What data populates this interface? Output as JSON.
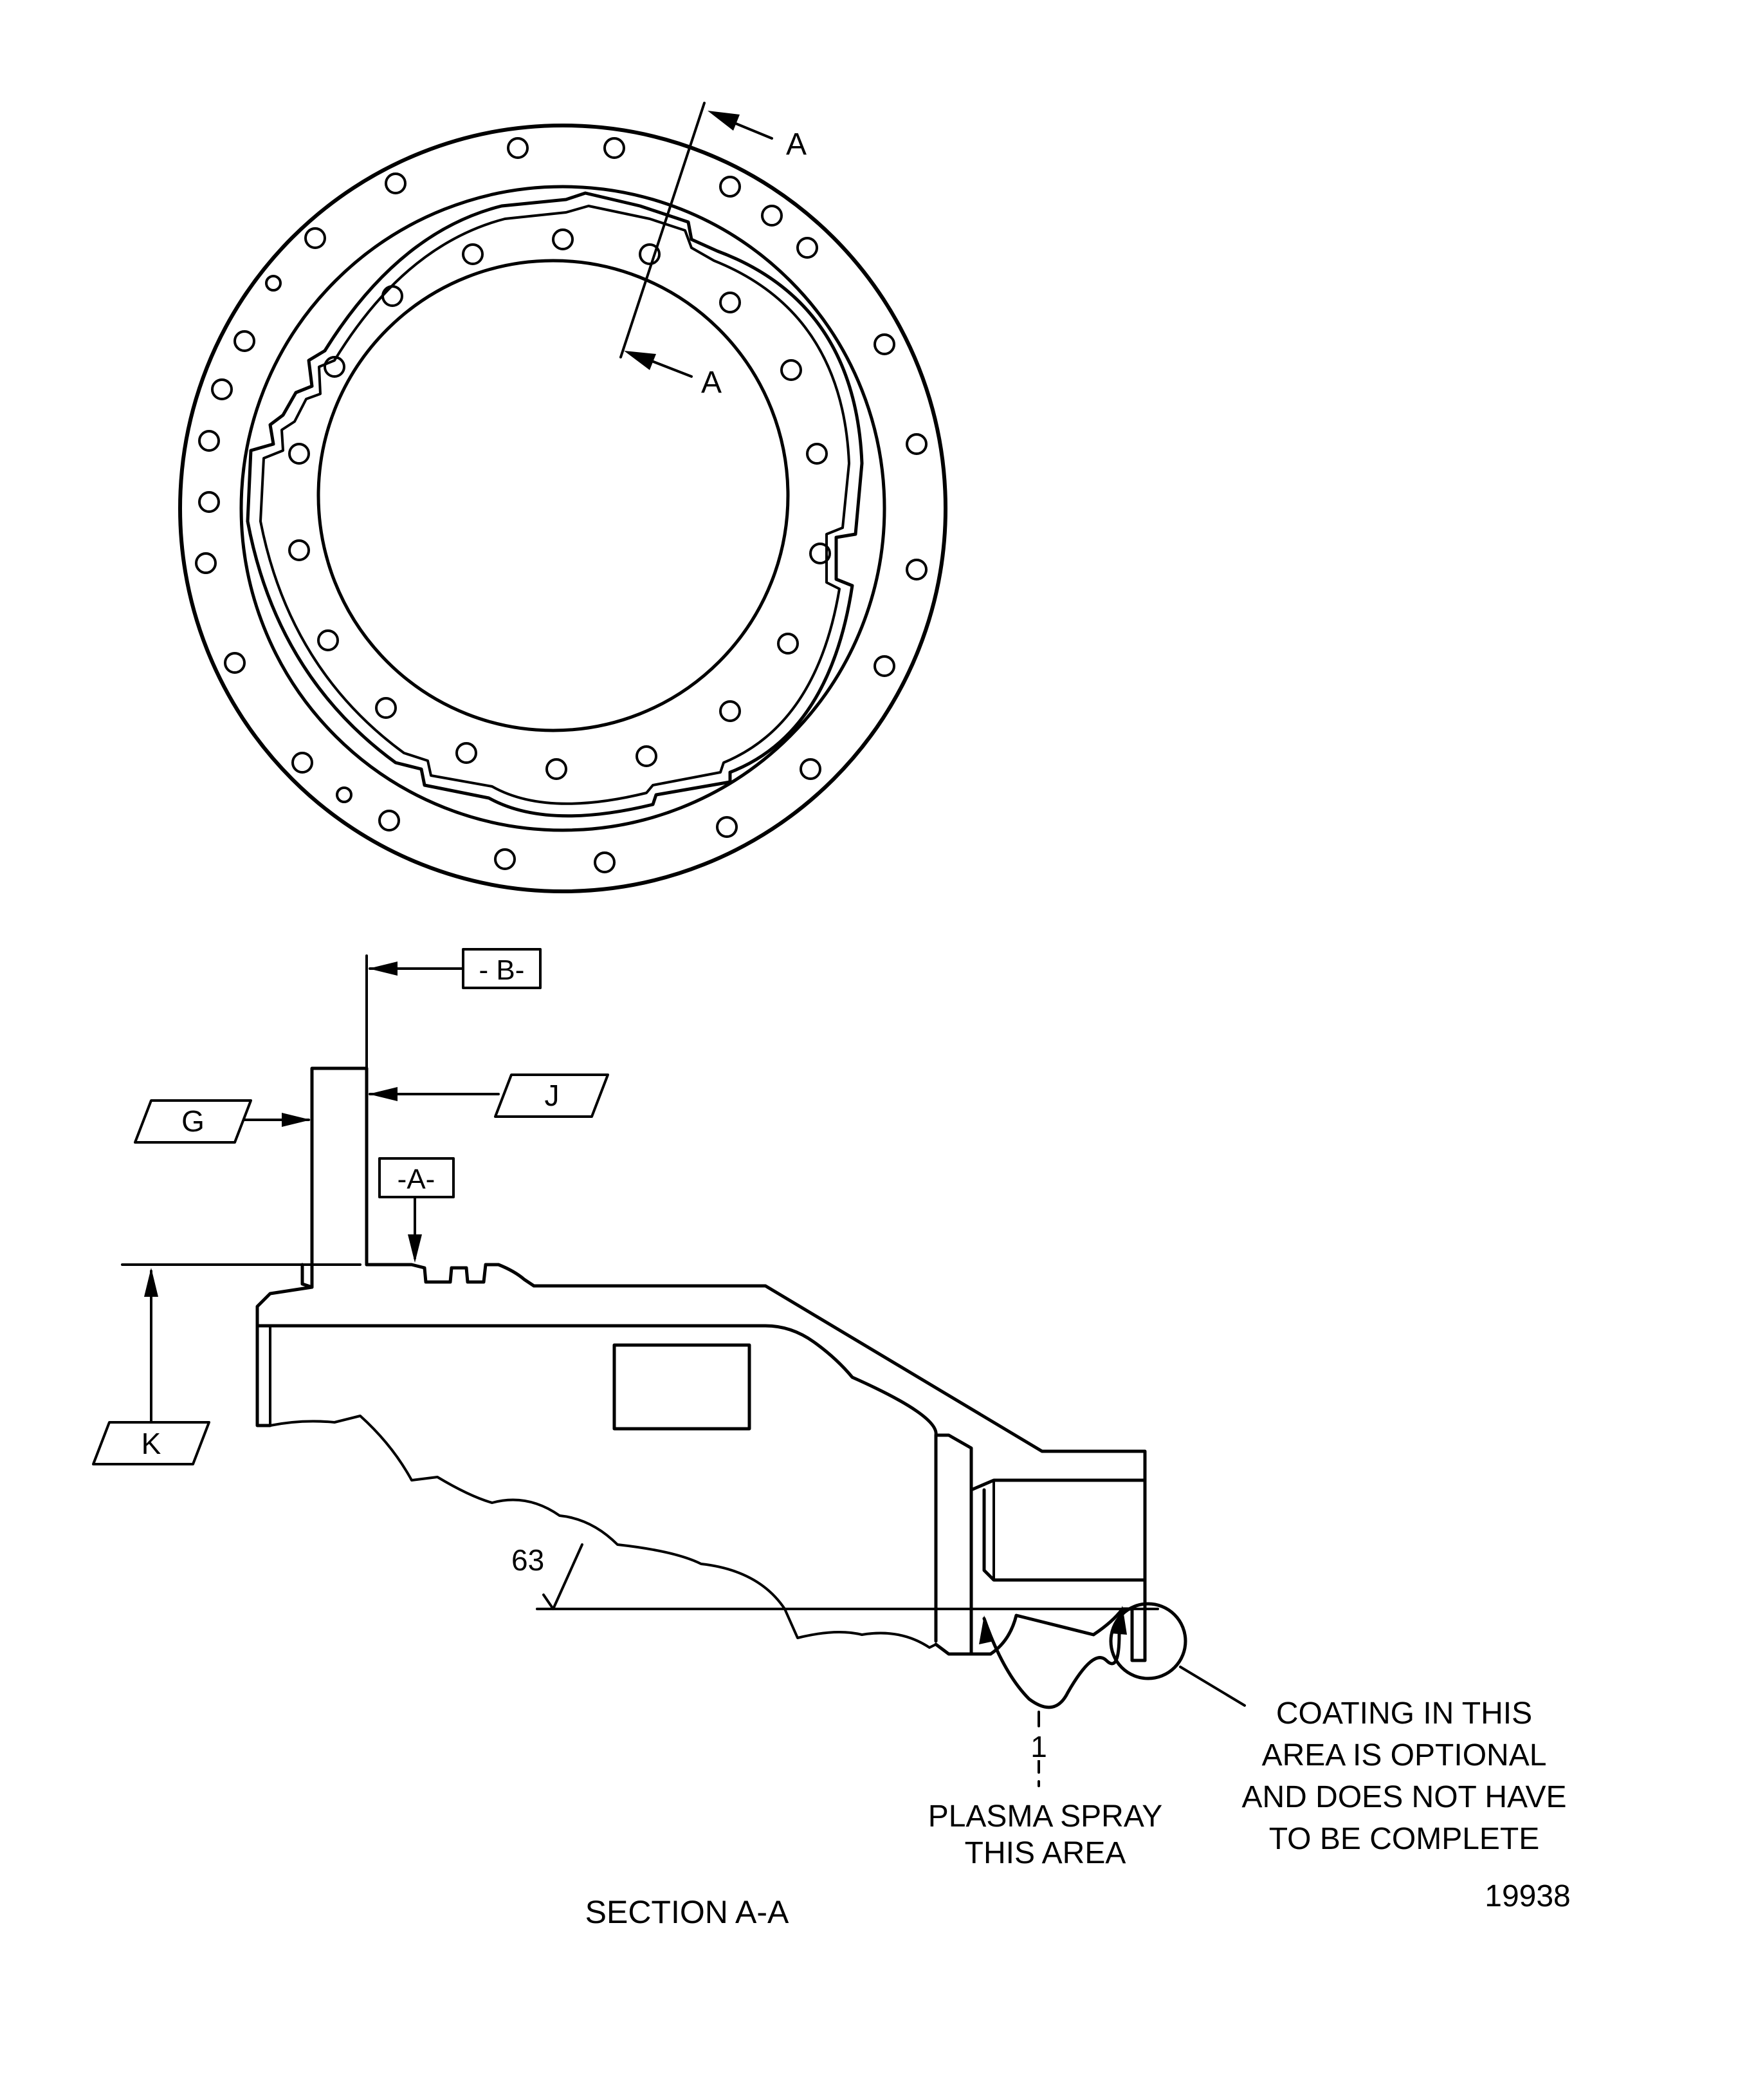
{
  "section_marks": {
    "top": "A",
    "bottom": "A"
  },
  "datums": {
    "b": "- B-",
    "a": "-A-",
    "g": "G",
    "j": "J",
    "k": "K"
  },
  "surface_finish": "63",
  "callouts": {
    "plasma_number": "1",
    "plasma_line1": "PLASMA SPRAY",
    "plasma_line2": "THIS AREA",
    "coating_line1": "COATING IN THIS",
    "coating_line2": "AREA IS OPTIONAL",
    "coating_line3": "AND DOES NOT HAVE",
    "coating_line4": "TO BE COMPLETE"
  },
  "section_title": "SECTION A-A",
  "figure_number": "19938"
}
